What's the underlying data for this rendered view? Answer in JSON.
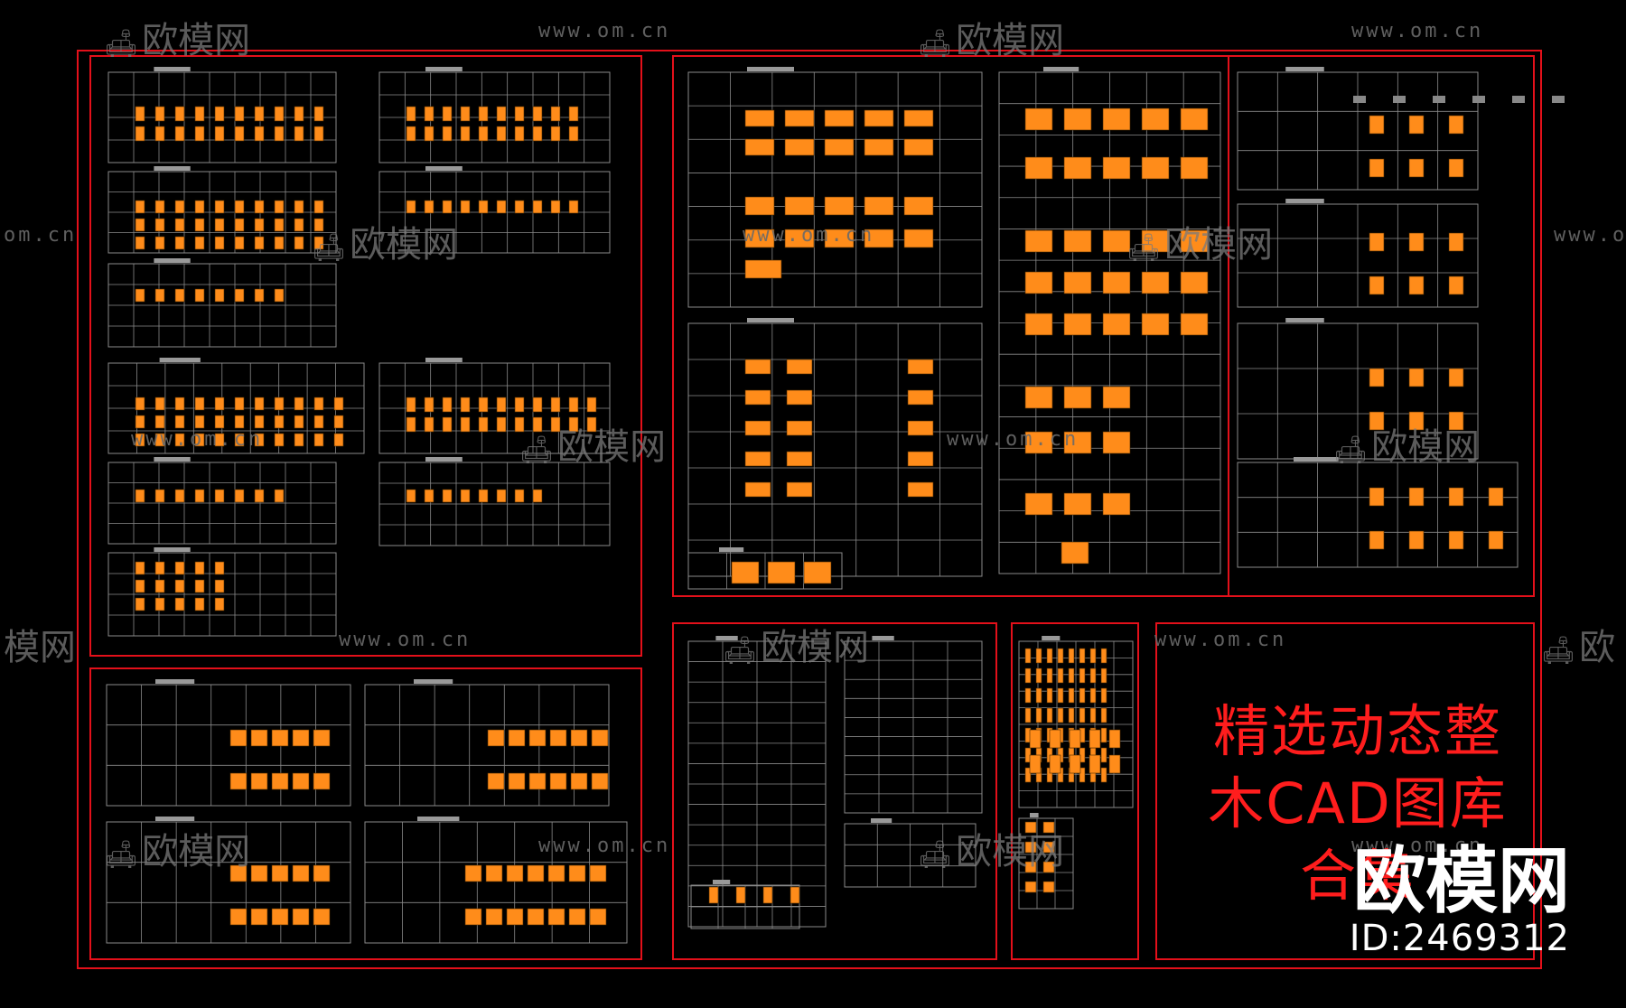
{
  "title": {
    "line1": "精选动态整",
    "line2": "木CAD图库",
    "line3": "合集"
  },
  "brand": {
    "name": "欧模网",
    "id": "ID:2469312"
  },
  "watermark": {
    "url": "www.om.cn",
    "url_short": "om.cn",
    "logo": "欧模网",
    "logo_partial_left": "模网",
    "logo_partial_right": "欧"
  },
  "colors": {
    "background": "#000000",
    "frame": "#e3101a",
    "grid": "#8a8a8a",
    "block": "#ff8c1a",
    "title": "#ff1d1d"
  }
}
